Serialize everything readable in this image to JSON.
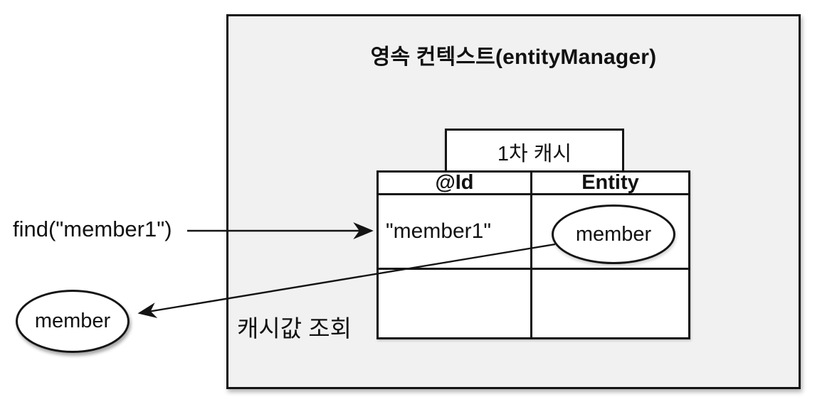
{
  "colors": {
    "canvas_bg": "#ffffff",
    "context_box_fill": "#f1f1f1",
    "cell_fill": "#ffffff",
    "line": "#141414"
  },
  "diagram": {
    "find_label": "find(\"member1\")",
    "context_title": "영속 컨텍스트(entityManager)",
    "cache_title": "1차 캐시",
    "table": {
      "headers": [
        "@Id",
        "Entity"
      ],
      "rows": [
        {
          "id": "\"member1\"",
          "entity": "member"
        },
        {
          "id": "",
          "entity": ""
        }
      ]
    },
    "result_label": "member",
    "lookup_label": "캐시값 조회"
  }
}
